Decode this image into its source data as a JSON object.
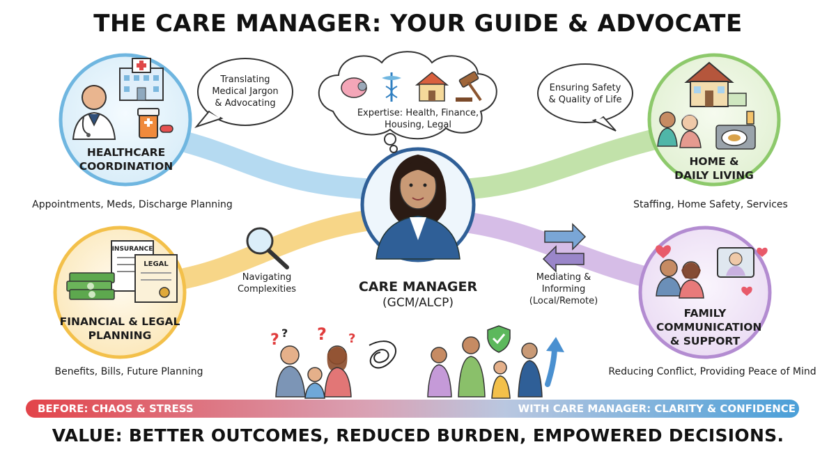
{
  "title": "THE CARE MANAGER: YOUR GUIDE & ADVOCATE",
  "center": {
    "title": "CARE MANAGER",
    "subtitle": "(GCM/ALCP)"
  },
  "thought_bubble": {
    "line1": "Expertise: Health, Finance,",
    "line2": "Housing, Legal"
  },
  "nodes": {
    "healthcare": {
      "title_line1": "HEALTHCARE",
      "title_line2": "COORDINATION",
      "caption": "Appointments, Meds, Discharge Planning",
      "bubble_line1": "Translating",
      "bubble_line2": "Medical Jargon",
      "bubble_line3": "& Advocating",
      "color": "#6fb6e0"
    },
    "home": {
      "title_line1": "HOME &",
      "title_line2": "DAILY LIVING",
      "caption": "Staffing, Home Safety, Services",
      "bubble_line1": "Ensuring Safety",
      "bubble_line2": "& Quality of Life",
      "color": "#8dc96b"
    },
    "financial": {
      "title_line1": "FINANCIAL & LEGAL",
      "title_line2": "PLANNING",
      "caption": "Benefits, Bills, Future Planning",
      "flow_line1": "Navigating",
      "flow_line2": "Complexities",
      "doc_insurance": "INSURANCE",
      "doc_legal": "LEGAL",
      "color": "#f3c04a"
    },
    "family": {
      "title_line1": "FAMILY",
      "title_line2": "COMMUNICATION",
      "title_line3": "& SUPPORT",
      "caption": "Reducing Conflict, Providing Peace of Mind",
      "flow_line1": "Mediating &",
      "flow_line2": "Informing",
      "flow_line3": "(Local/Remote)",
      "color": "#b38cd1"
    }
  },
  "banner": {
    "left": "BEFORE: CHAOS & STRESS",
    "right": "WITH CARE MANAGER: CLARITY & CONFIDENCE",
    "color_start": "#e2444a",
    "color_end": "#4a9fd8"
  },
  "bottom_line": "VALUE: BETTER OUTCOMES, REDUCED BURDEN, EMPOWERED DECISIONS."
}
